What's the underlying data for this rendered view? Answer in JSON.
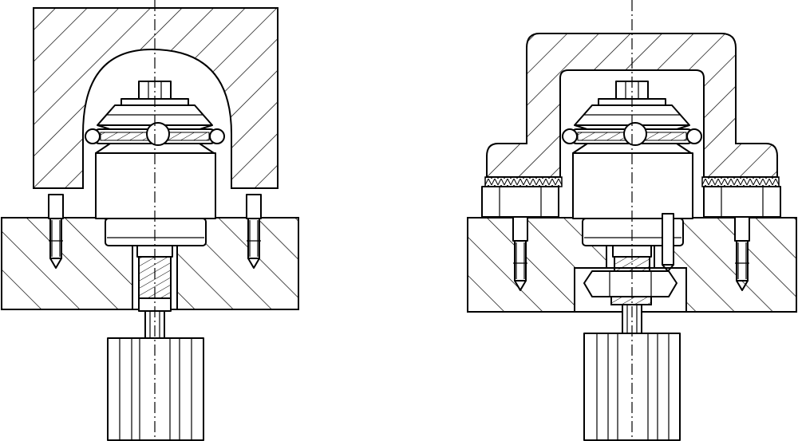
{
  "drawing": {
    "colors": {
      "line": "#000000",
      "paper": "#ffffff"
    },
    "views": [
      {
        "id": "left-view",
        "variant": "dome-cover"
      },
      {
        "id": "right-view",
        "variant": "flanged-cover"
      }
    ]
  }
}
